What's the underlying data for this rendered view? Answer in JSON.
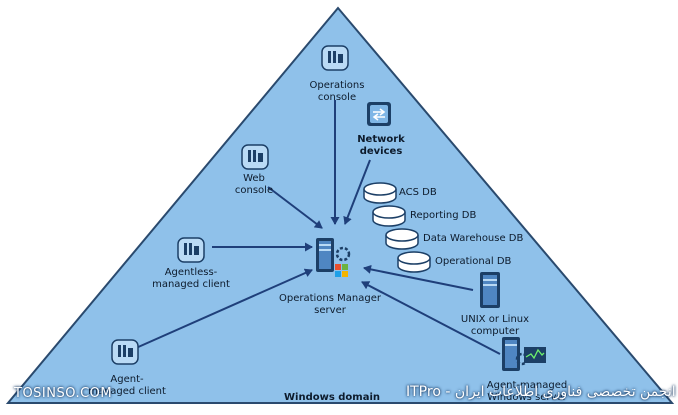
{
  "colors": {
    "triangle_fill": "#8fc1ea",
    "triangle_stroke": "#2a4a6e",
    "arrow": "#1f3f7a",
    "icon_fill": "#b9daf5",
    "icon_stroke": "#1c3f66",
    "db_fill": "#ffffff",
    "db_stroke": "#1c3f66"
  },
  "nodes": {
    "operations_console": "Operations\nconsole",
    "network_devices": "Network\ndevices",
    "web_console": "Web\nconsole",
    "agentless_client": "Agentless-\nmanaged client",
    "ops_manager_server": "Operations Manager\nserver",
    "unix_linux": "UNIX or Linux\ncomputer",
    "agent_managed_client": "Agent-\nmanaged client",
    "agent_managed_server": "Agent-managed\nWindows server"
  },
  "databases": [
    "ACS DB",
    "Reporting DB",
    "Data Warehouse DB",
    "Operational DB"
  ],
  "domain_label": "Windows domain",
  "watermark": {
    "left": "TOSINSO.COM",
    "right": "ITPro - انجمن تخصصی فناوری اطلاعات ایران"
  }
}
